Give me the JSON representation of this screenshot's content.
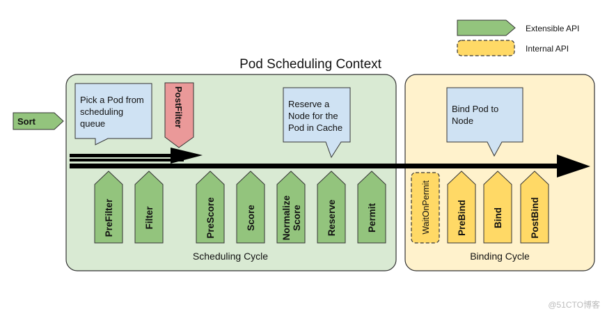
{
  "title": "Pod Scheduling Context",
  "legend": {
    "extensible": "Extensible API",
    "internal": "Internal API"
  },
  "sort": "Sort",
  "postfilter": "PostFilter",
  "callouts": {
    "pick": [
      "Pick a Pod from",
      "scheduling",
      "queue"
    ],
    "reserve": [
      "Reserve a",
      "Node for the",
      "Pod in Cache"
    ],
    "bind": [
      "Bind Pod to",
      "Node"
    ]
  },
  "scheduling_cycle": {
    "label": "Scheduling Cycle",
    "plugins": [
      "PreFilter",
      "Filter",
      "PreScore",
      "Score",
      "Normalize Score",
      "Reserve",
      "Permit"
    ]
  },
  "binding_cycle": {
    "label": "Binding Cycle",
    "internal": "WaitOnPermit",
    "plugins": [
      "PreBind",
      "Bind",
      "PostBind"
    ]
  },
  "watermark": "@51CTO博客",
  "colors": {
    "green_fill": "#93c47d",
    "green_region": "#d9ead3",
    "yellow_fill": "#ffd966",
    "yellow_region": "#fff2cc",
    "red_fill": "#ea9999",
    "blue_callout": "#cfe2f3",
    "arrow": "#000000"
  }
}
